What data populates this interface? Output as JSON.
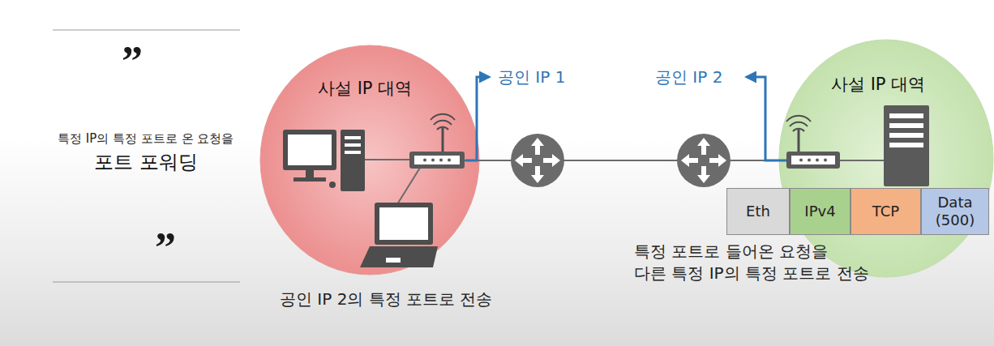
{
  "diagram": {
    "nodes": [
      {
        "text": [
          "사설 IP 대역"
        ]
      },
      {
        "text": [
          "사설 IP 대역"
        ]
      },
      {
        "text": [
          "Eth"
        ]
      },
      {
        "text": [
          "IPv4"
        ]
      },
      {
        "text": [
          "TCP"
        ]
      },
      {
        "text": [
          "Data (500)"
        ]
      }
    ],
    "labels": [
      "”",
      "특정 IP의 특정 포트로 온 요청을",
      "포트 포워딩",
      "”",
      "공인 IP 1",
      "공인 IP 2",
      "특정 포트로 들어온 요청을",
      "다른 특정 IP의 특정 포트로 전송",
      "공인 IP 2의 특정 포트로 전송"
    ]
  }
}
